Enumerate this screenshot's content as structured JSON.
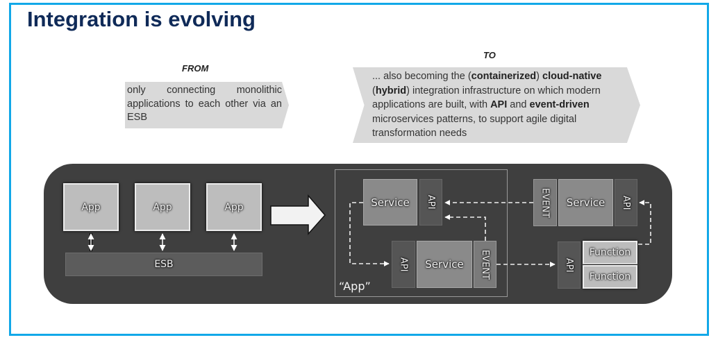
{
  "title": "Integration is evolving",
  "from": {
    "header": "FROM",
    "text": "only connecting monolithic applications to each other via an ESB"
  },
  "to": {
    "header": "TO",
    "segments": [
      {
        "t": "... also becoming the (",
        "b": false
      },
      {
        "t": "containerized",
        "b": true
      },
      {
        "t": ") ",
        "b": false
      },
      {
        "t": "cloud-native",
        "b": true
      },
      {
        "t": " (",
        "b": false
      },
      {
        "t": "hybrid",
        "b": true
      },
      {
        "t": ") integration infrastructure on which modern applications are built, with ",
        "b": false
      },
      {
        "t": "API",
        "b": true
      },
      {
        "t": " and ",
        "b": false
      },
      {
        "t": "event-driven",
        "b": true
      },
      {
        "t": " microservices patterns, to support agile digital transformation needs",
        "b": false
      }
    ]
  },
  "legacy": {
    "apps": [
      "App",
      "App",
      "App"
    ],
    "bus": "ESB"
  },
  "modern": {
    "group_label": "“App”",
    "service_a": {
      "label": "Service",
      "api": "API"
    },
    "service_b": {
      "label": "Service",
      "api": "API",
      "event": "EVENT"
    },
    "service_c": {
      "label": "Service",
      "api": "API",
      "event": "EVENT"
    },
    "functions": {
      "api": "API",
      "items": [
        "Function",
        "Function"
      ]
    }
  },
  "colors": {
    "frame": "#12a8e8",
    "title": "#0f2a58",
    "panel": "#3f3f3f",
    "callout": "#d9d9d9"
  }
}
